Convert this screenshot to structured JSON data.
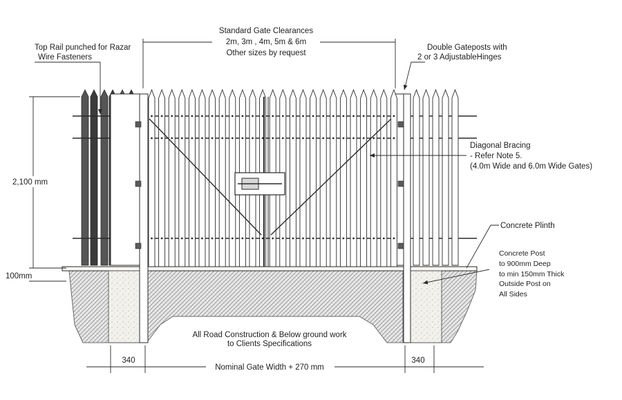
{
  "annotations": {
    "top_rail": [
      "Top Rail punched for Razar",
      "Wire Fasteners"
    ],
    "clearances": [
      "Standard Gate Clearances",
      "2m, 3m , 4m, 5m & 6m",
      "Other sizes by request"
    ],
    "gateposts": [
      "Double Gateposts with",
      "2 or 3 AdjustableHinges"
    ],
    "bracing": [
      "Diagonal Bracing",
      "- Refer Note 5.",
      "(4.0m Wide and 6.0m Wide Gates)"
    ],
    "plinth": "Concrete Plinth",
    "post_spec": [
      "Concrete Post",
      "to 900mm Deep",
      "to min 150mm Thick",
      "Outside Post on",
      "All Sides"
    ],
    "height": "2,100 mm",
    "plinth_height": "100mm",
    "road_note": [
      "All Road Construction & Below ground work",
      "to Clients Specifications"
    ],
    "dim_left": "340",
    "dim_right": "340",
    "dim_width": "Nominal Gate Width + 270 mm"
  },
  "colors": {
    "line": "#2a2a2a",
    "paper": "#ffffff",
    "concrete": "#f1efea",
    "hatch": "#9a9a9a"
  }
}
